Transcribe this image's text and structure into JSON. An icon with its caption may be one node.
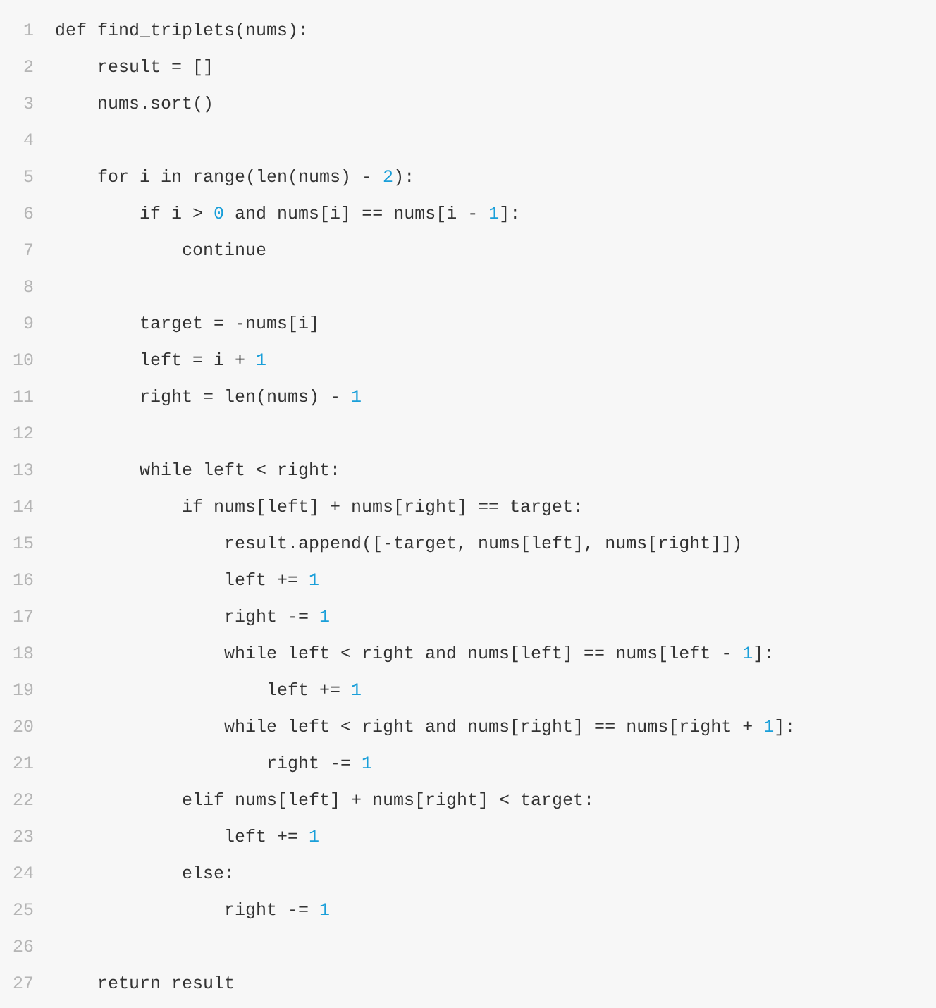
{
  "diagram": {
    "labels": [
      "1",
      "def find_triplets(nums):",
      "2",
      "    result = []",
      "3",
      "    nums.sort()",
      "4",
      "5",
      "    for i in range(len(nums) - 2):",
      "6",
      "        if i > 0 and nums[i] == nums[i - 1]:",
      "7",
      "            continue",
      "8",
      "9",
      "        target = -nums[i]",
      "10",
      "        left = i + 1",
      "11",
      "        right = len(nums) - 1",
      "12",
      "13",
      "        while left < right:",
      "14",
      "            if nums[left] + nums[right] == target:",
      "15",
      "                result.append([-target, nums[left], nums[right]])",
      "16",
      "                left += 1",
      "17",
      "                right -= 1",
      "18",
      "                while left < right and nums[left] == nums[left - 1]:",
      "19",
      "                    left += 1",
      "20",
      "                while left < right and nums[right] == nums[right + 1]:",
      "21",
      "                    right -= 1",
      "22",
      "            elif nums[left] + nums[right] < target:",
      "23",
      "                left += 1",
      "24",
      "            else:",
      "25",
      "                right -= 1",
      "26",
      "27",
      "    return result"
    ]
  }
}
